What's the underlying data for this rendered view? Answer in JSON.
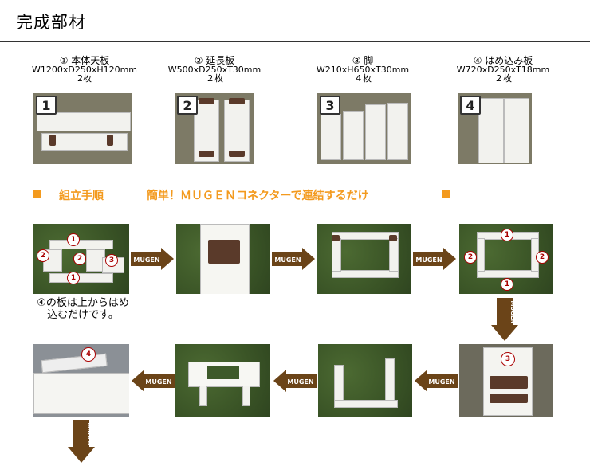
{
  "title": "完成部材",
  "parts": [
    {
      "name": "① 本体天板",
      "size": "W1200xD250xH120mm",
      "qty": "2枚",
      "badge": "1"
    },
    {
      "name": "② 延長板",
      "size": "W500xD250xT30mm",
      "qty": "２枚",
      "badge": "2"
    },
    {
      "name": "③ 脚",
      "size": "W210xH650xT30mm",
      "qty": "４枚",
      "badge": "3"
    },
    {
      "name": "④ はめ込み板",
      "size": "W720xD250xT18mm",
      "qty": "２枚",
      "badge": "4"
    }
  ],
  "assembly": {
    "marker_left": "■",
    "heading": "組立手順",
    "subheading": "簡単！ＭＵＧＥＮコネクターで連結するだけ",
    "marker_right": "■"
  },
  "arrow_label": "MUGEN",
  "note": "④の板は上からはめ込むだけです。",
  "step_badges": {
    "s1": [
      "1",
      "2",
      "2",
      "3",
      "1"
    ],
    "s4": [
      "1",
      "2",
      "2",
      "1"
    ],
    "s5": "3",
    "s8": "4"
  },
  "colors": {
    "accent": "#f39a1e",
    "arrow": "#6b4418",
    "badge_red": "#aa0000"
  }
}
